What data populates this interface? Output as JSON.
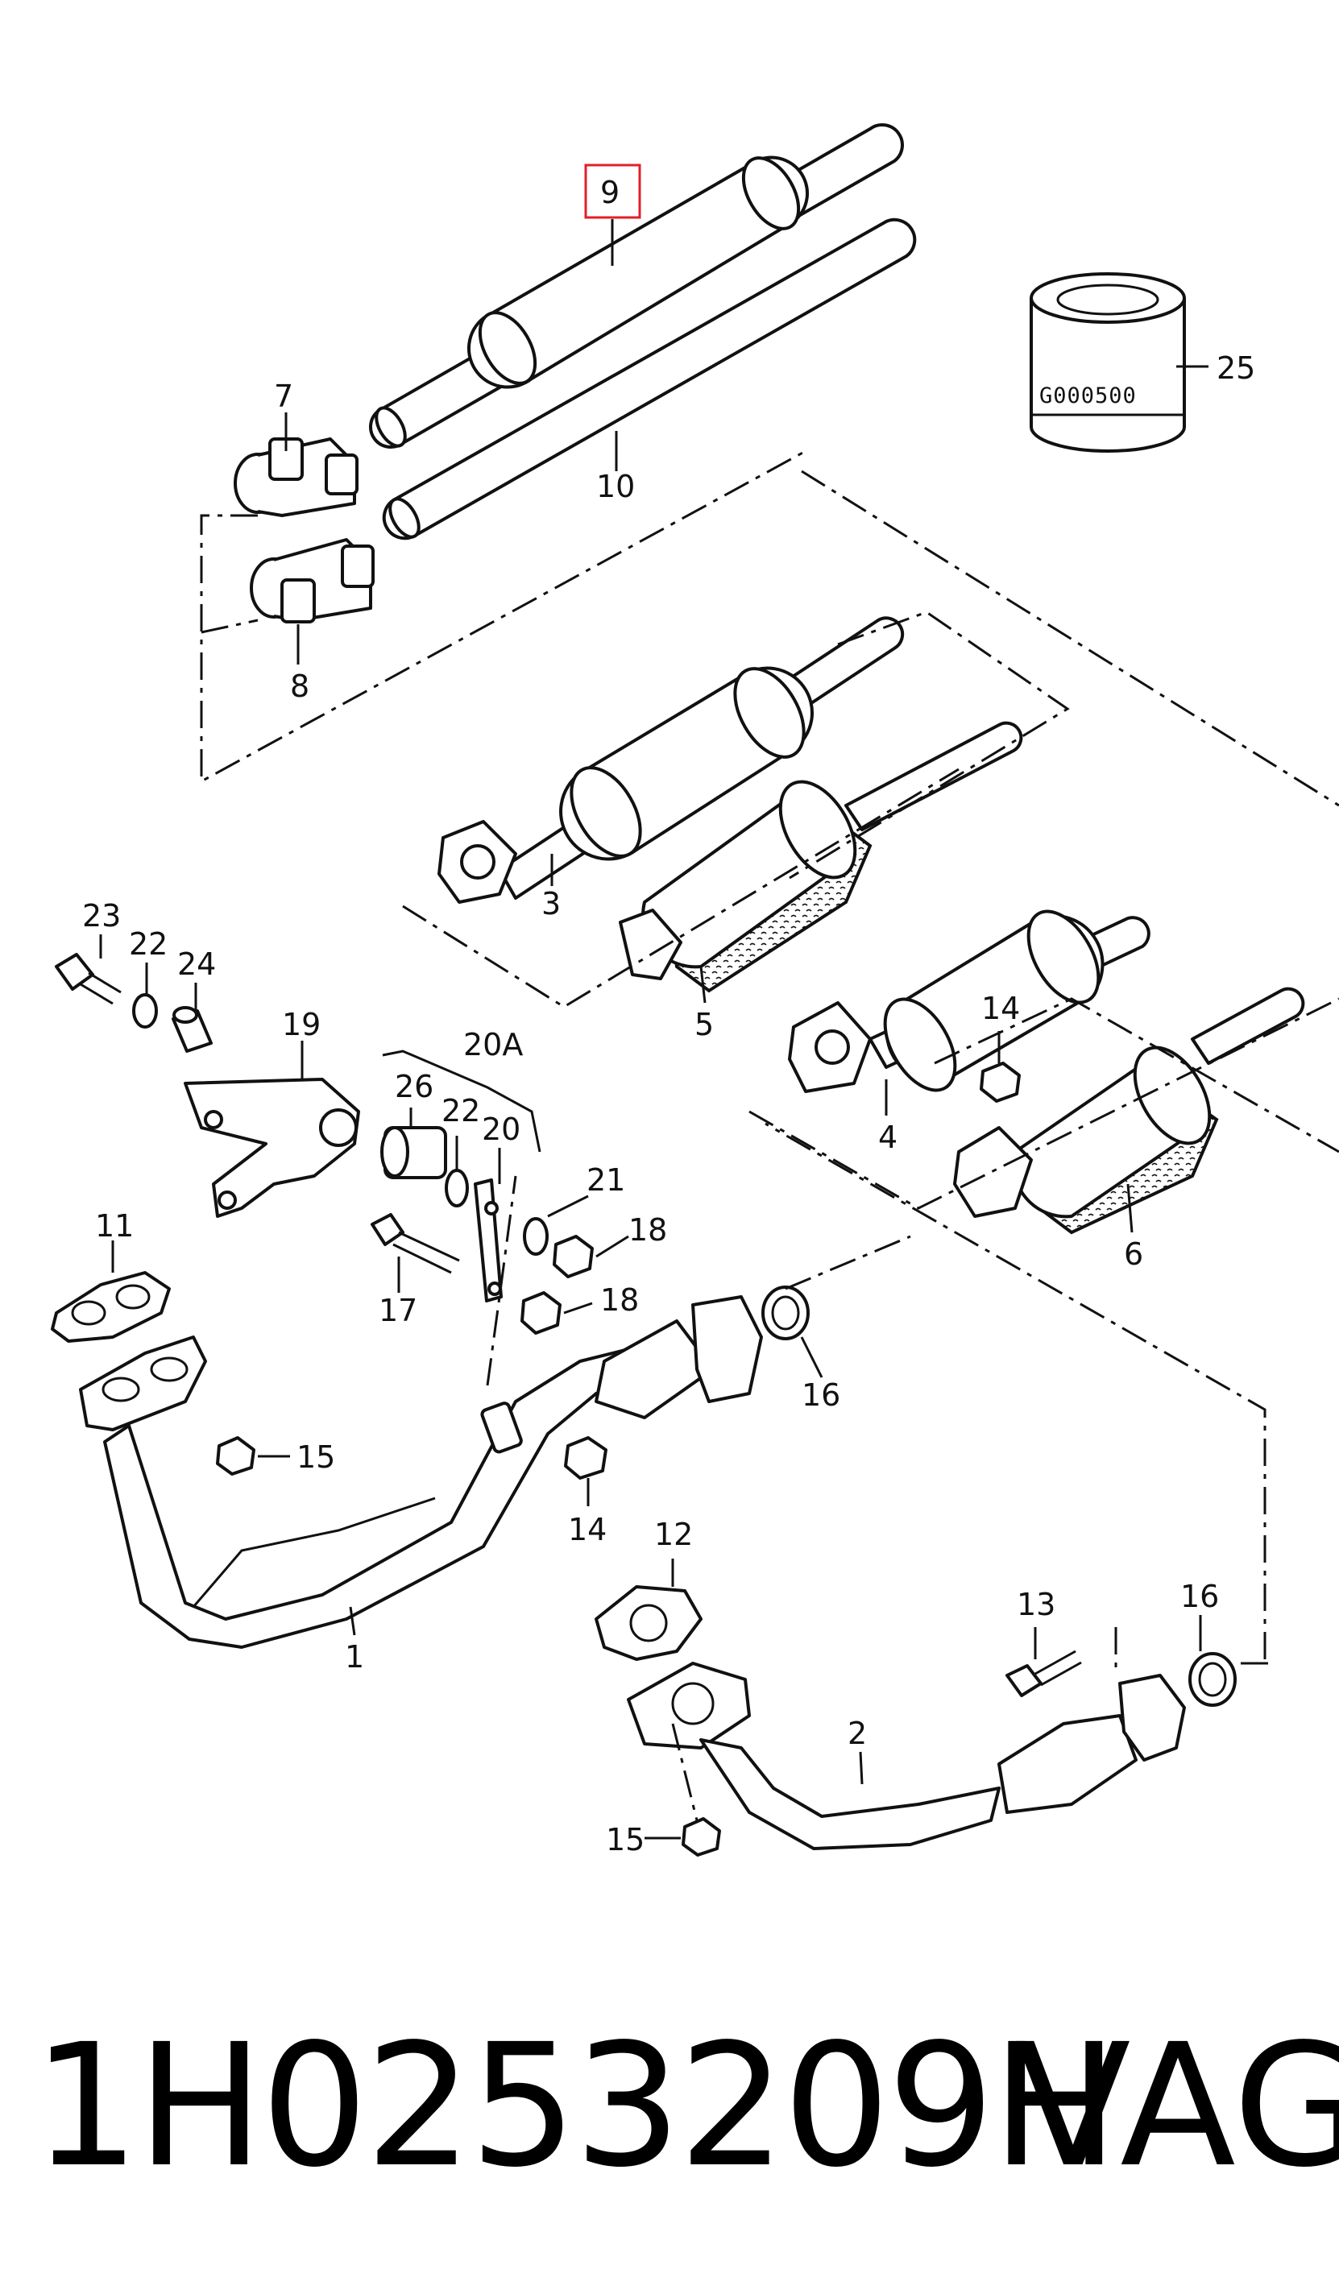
{
  "callouts": {
    "c1": "1",
    "c2": "2",
    "c3": "3",
    "c4": "4",
    "c5": "5",
    "c6": "6",
    "c7": "7",
    "c8": "8",
    "c9": "9",
    "c10": "10",
    "c11": "11",
    "c12": "12",
    "c13": "13",
    "c14a": "14",
    "c14b": "14",
    "c15a": "15",
    "c15b": "15",
    "c16a": "16",
    "c16b": "16",
    "c17": "17",
    "c18a": "18",
    "c18b": "18",
    "c19": "19",
    "c20": "20",
    "c20a": "20A",
    "c21": "21",
    "c22a": "22",
    "c22b": "22",
    "c23": "23",
    "c24": "24",
    "c25": "25",
    "c26": "26"
  },
  "labels": {
    "sealant_can": "G000500"
  },
  "highlighted_callout": "9",
  "colors": {
    "highlight": "#e0202a",
    "ink": "#111111"
  },
  "footer": {
    "part_number": "1H0253209H",
    "brand": "VAG"
  }
}
